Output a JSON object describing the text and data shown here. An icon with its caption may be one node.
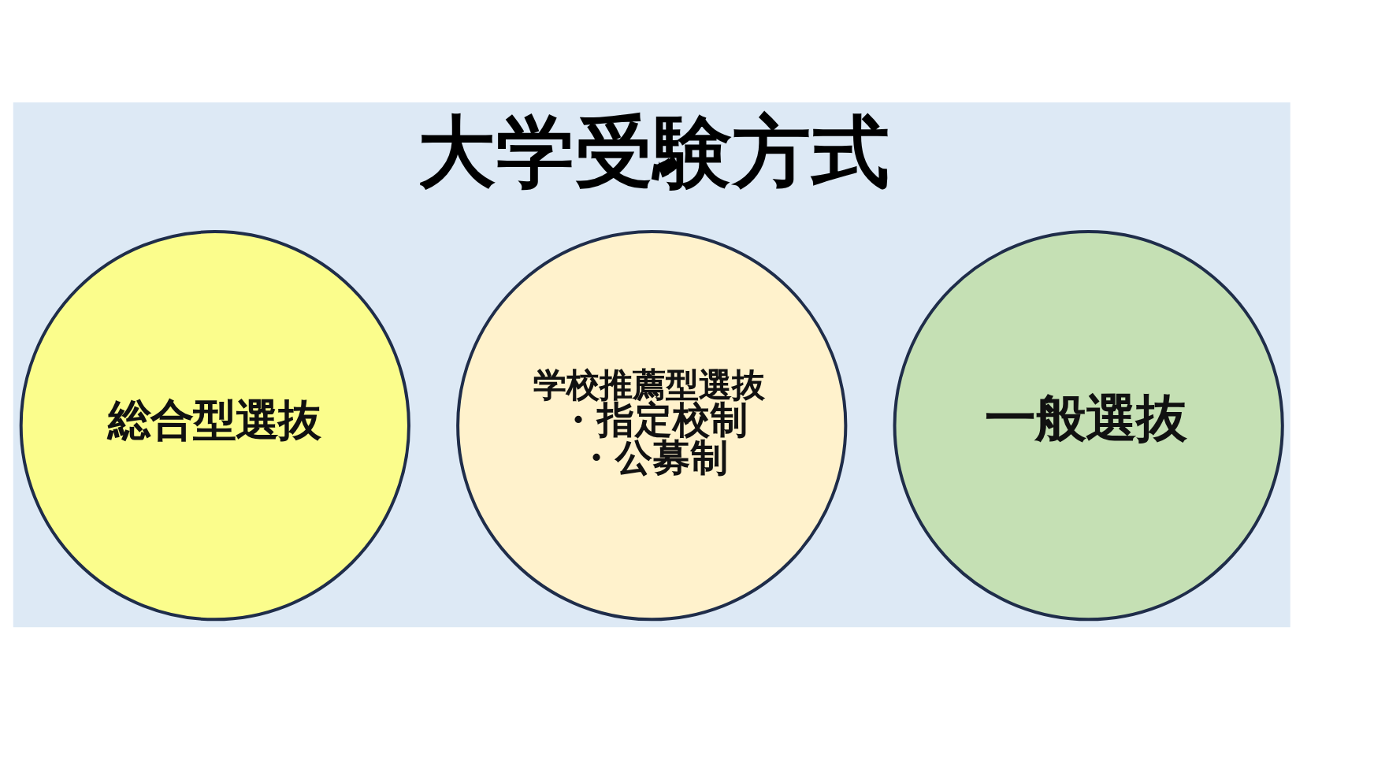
{
  "diagram": {
    "title": "大学受験方式",
    "nodes": [
      {
        "text": [
          "総合型選抜"
        ]
      },
      {
        "text": [
          "学校推薦型選抜",
          "・指定校制",
          "・公募制"
        ]
      },
      {
        "text": [
          "一般選抜"
        ]
      }
    ]
  }
}
